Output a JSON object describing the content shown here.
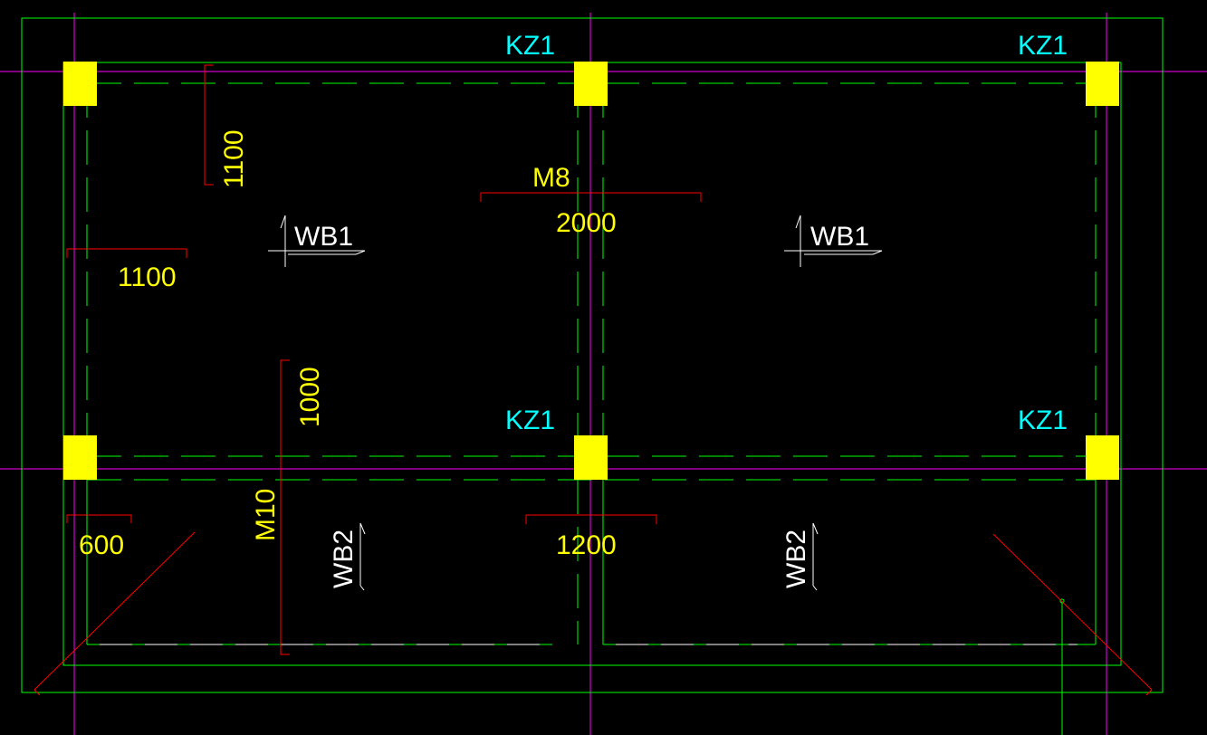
{
  "colors": {
    "background": "#000000",
    "axis": "#ff00ff",
    "outline": "#00ff00",
    "column": "#ffff00",
    "dimension_line": "#ff0000",
    "dimension_text": "#ffff00",
    "column_label": "#00ffff",
    "slab_label": "#ffffff"
  },
  "columns": [
    {
      "label": "KZ1"
    },
    {
      "label": "KZ1"
    },
    {
      "label": "KZ1"
    },
    {
      "label": "KZ1"
    }
  ],
  "slabs": [
    {
      "label": "WB1"
    },
    {
      "label": "WB1"
    },
    {
      "label": "WB2"
    },
    {
      "label": "WB2"
    }
  ],
  "dimensions": {
    "d1": "1100",
    "d2": "1100",
    "d3": "2000",
    "d4": "1000",
    "d5": "600",
    "d6": "1200"
  },
  "openings": {
    "m8": "M8",
    "m10": "M10"
  }
}
